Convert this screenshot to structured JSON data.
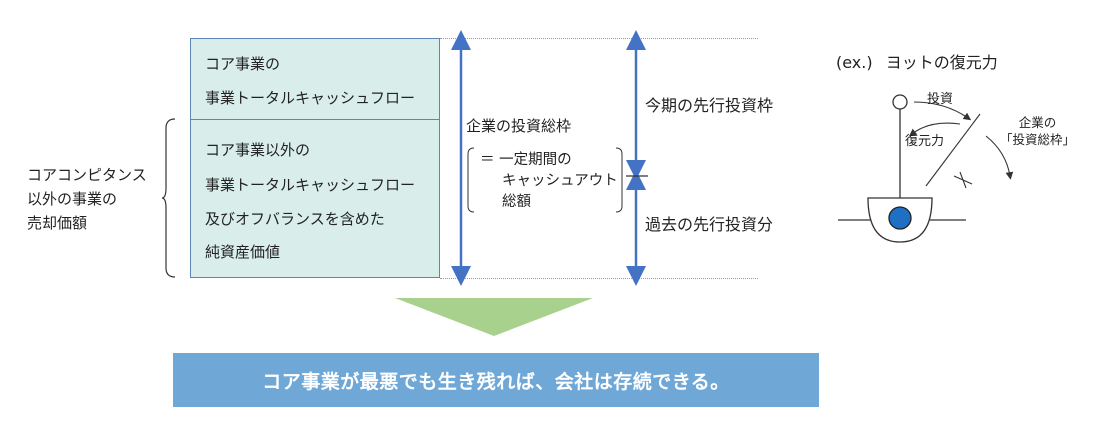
{
  "left_label": {
    "lines": [
      "コアコンピタンス",
      "以外の事業の",
      "売却価額"
    ]
  },
  "core_box": {
    "lines": [
      "コア事業の",
      "事業トータルキャッシュフロー"
    ]
  },
  "noncore_box": {
    "lines": [
      "コア事業以外の",
      "事業トータルキャッシュフロー",
      "及びオフバランスを含めた",
      "純資産価値"
    ]
  },
  "investment_frame": {
    "label": "企業の投資総枠",
    "def_lines": [
      "＝ 一定期間の",
      "キャッシュアウト",
      "総額"
    ]
  },
  "current_investment": "今期の先行投資枠",
  "past_investment": "過去の先行投資分",
  "yacht": {
    "title_prefix": "(ex.)",
    "title": "ヨットの復元力",
    "label_investment": "投資",
    "label_restoring": "復元力",
    "label_frame_line1": "企業の",
    "label_frame_line2": "「投資総枠」"
  },
  "conclusion": "コア事業が最悪でも生き残れば、会社は存続できる。",
  "colors": {
    "box_fill": "#d9eeeb",
    "box_border": "#5b86b5",
    "arrow_blue": "#4472c4",
    "down_arrow_green": "#a9d18e",
    "banner_blue": "#6fa8d6",
    "boat_circle": "#1f6fc5"
  }
}
